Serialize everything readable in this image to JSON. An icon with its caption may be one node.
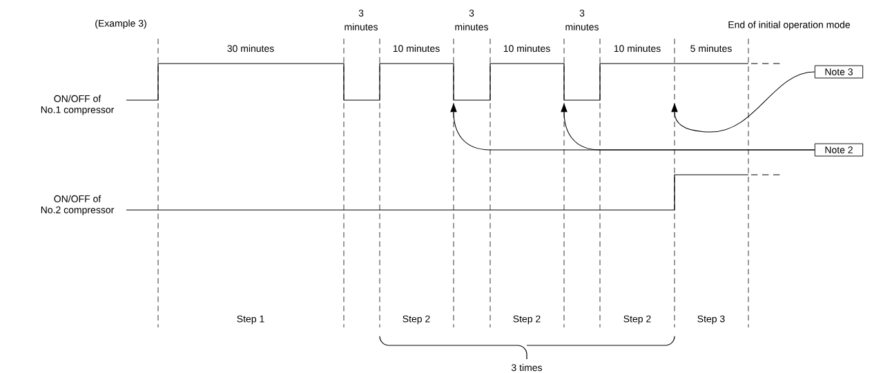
{
  "diagram": {
    "nodes": [
      {
        "text": [
          "Note 3"
        ]
      },
      {
        "text": [
          "Note 2"
        ]
      }
    ],
    "edges": [
      {
        "from": 0,
        "to": null,
        "arrow": "to"
      },
      {
        "from": 1,
        "to": null,
        "arrow": "to"
      },
      {
        "from": 1,
        "to": null,
        "arrow": "to"
      }
    ],
    "labels": [
      "(Example 3)",
      "3 minutes",
      "3 minutes",
      "3 minutes",
      "End of initial operation mode",
      "30 minutes",
      "10 minutes",
      "10 minutes",
      "10 minutes",
      "5 minutes",
      "ON/OFF of No.1 compressor",
      "ON/OFF of No.2 compressor",
      "Step 1",
      "Step 2",
      "Step 2",
      "Step 2",
      "Step 3",
      "3 times"
    ]
  }
}
